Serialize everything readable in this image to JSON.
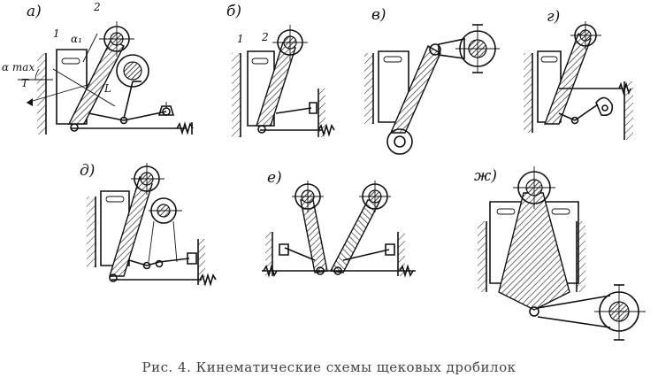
{
  "caption": "Рис. 4. Кинематические схемы щековых дробилок",
  "schemes": [
    {
      "label": "а)"
    },
    {
      "label": "б)"
    },
    {
      "label": "в)"
    },
    {
      "label": "г)"
    },
    {
      "label": "д)"
    },
    {
      "label": "е)"
    },
    {
      "label": "ж)"
    }
  ],
  "annotations": {
    "a_1": "1",
    "a_2": "2",
    "a_alpha": "α₁",
    "a_qmax": "α max",
    "a_T": "T",
    "a_L": "L",
    "b_1": "1",
    "b_2": "2"
  }
}
